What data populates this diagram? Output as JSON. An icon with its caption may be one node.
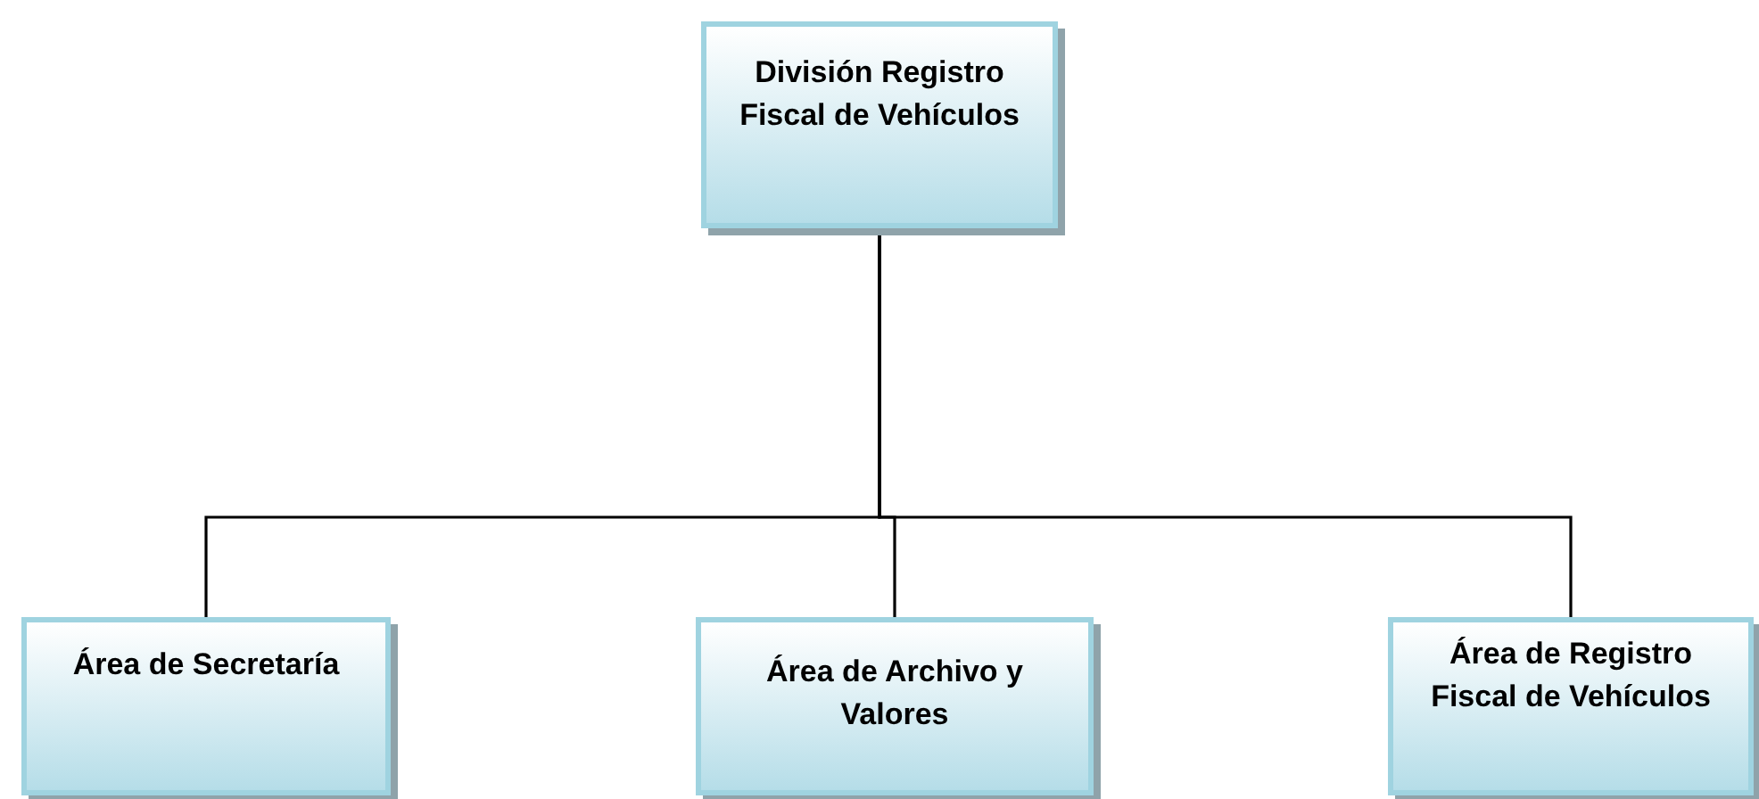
{
  "diagram": {
    "nodes": [
      {
        "text": [
          "División Registro Fiscal de Vehículos"
        ]
      },
      {
        "text": [
          "Área de Secretaría"
        ]
      },
      {
        "text": [
          "Área de Archivo y Valores"
        ]
      },
      {
        "text": [
          "Área de Registro Fiscal de Vehículos"
        ]
      }
    ],
    "edges": [
      {
        "from": 0,
        "to": 1,
        "arrow": "none"
      },
      {
        "from": 0,
        "to": 2,
        "arrow": "none"
      },
      {
        "from": 0,
        "to": 3,
        "arrow": "none"
      }
    ]
  }
}
